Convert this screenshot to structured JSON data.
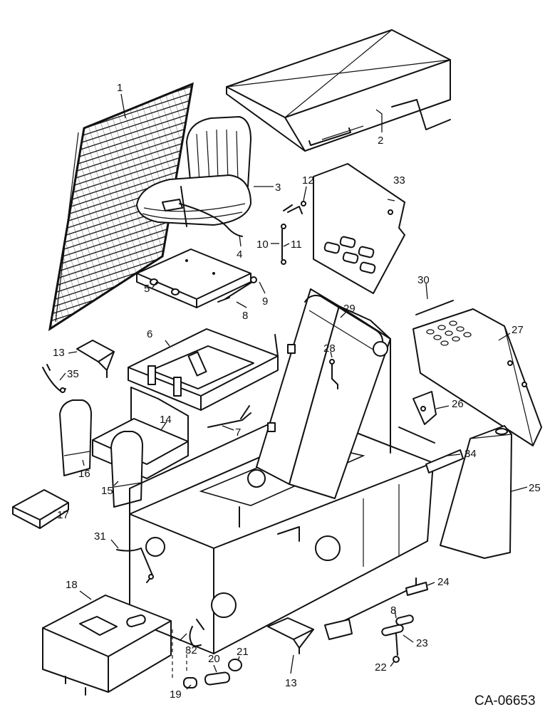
{
  "drawing": {
    "reference_code": "CA-06653",
    "callouts": [
      {
        "id": "c1",
        "label": "1"
      },
      {
        "id": "c2",
        "label": "2"
      },
      {
        "id": "c3",
        "label": "3"
      },
      {
        "id": "c4",
        "label": "4"
      },
      {
        "id": "c5",
        "label": "5"
      },
      {
        "id": "c6",
        "label": "6"
      },
      {
        "id": "c7",
        "label": "7"
      },
      {
        "id": "c8a",
        "label": "8"
      },
      {
        "id": "c8b",
        "label": "8"
      },
      {
        "id": "c9",
        "label": "9"
      },
      {
        "id": "c10",
        "label": "10"
      },
      {
        "id": "c11",
        "label": "11"
      },
      {
        "id": "c12",
        "label": "12"
      },
      {
        "id": "c13a",
        "label": "13"
      },
      {
        "id": "c13b",
        "label": "13"
      },
      {
        "id": "c14",
        "label": "14"
      },
      {
        "id": "c15",
        "label": "15"
      },
      {
        "id": "c16",
        "label": "16"
      },
      {
        "id": "c17",
        "label": "17"
      },
      {
        "id": "c18",
        "label": "18"
      },
      {
        "id": "c19",
        "label": "19"
      },
      {
        "id": "c20",
        "label": "20"
      },
      {
        "id": "c21",
        "label": "21"
      },
      {
        "id": "c22",
        "label": "22"
      },
      {
        "id": "c23",
        "label": "23"
      },
      {
        "id": "c24",
        "label": "24"
      },
      {
        "id": "c25",
        "label": "25"
      },
      {
        "id": "c26",
        "label": "26"
      },
      {
        "id": "c27",
        "label": "27"
      },
      {
        "id": "c28",
        "label": "28"
      },
      {
        "id": "c29",
        "label": "29"
      },
      {
        "id": "c30",
        "label": "30"
      },
      {
        "id": "c31",
        "label": "31"
      },
      {
        "id": "c32",
        "label": "32"
      },
      {
        "id": "c33",
        "label": "33"
      },
      {
        "id": "c34",
        "label": "34"
      },
      {
        "id": "c35",
        "label": "35"
      }
    ]
  }
}
